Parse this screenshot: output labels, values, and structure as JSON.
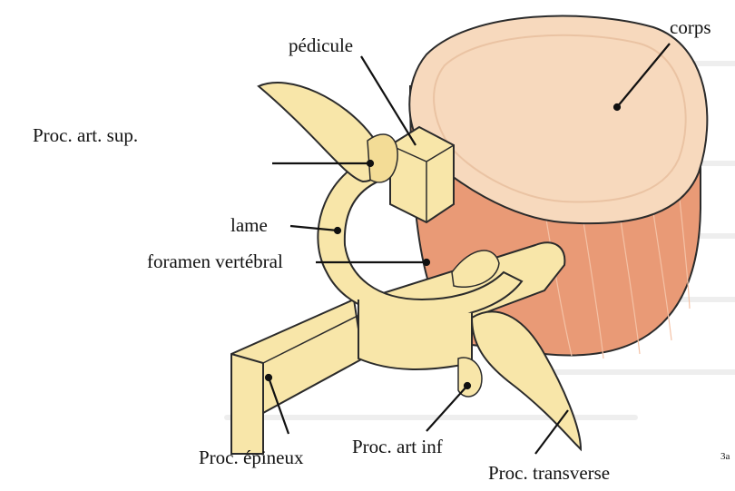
{
  "diagram": {
    "labels": {
      "corps": "corps",
      "pedicule": "pédicule",
      "proc_art_sup": "Proc. art. sup.",
      "lame": "lame",
      "foramen": "foramen vertébral",
      "proc_epineux": "Proc. épineux",
      "proc_art_inf": "Proc. art inf",
      "proc_transverse": "Proc. transverse",
      "fig_ref": "3a"
    },
    "colors": {
      "body_top": "#f7d9bd",
      "body_side": "#e99a76",
      "bone": "#f8e6a9",
      "bone_shade": "#ecd388",
      "outline": "#2b2b2b"
    }
  }
}
